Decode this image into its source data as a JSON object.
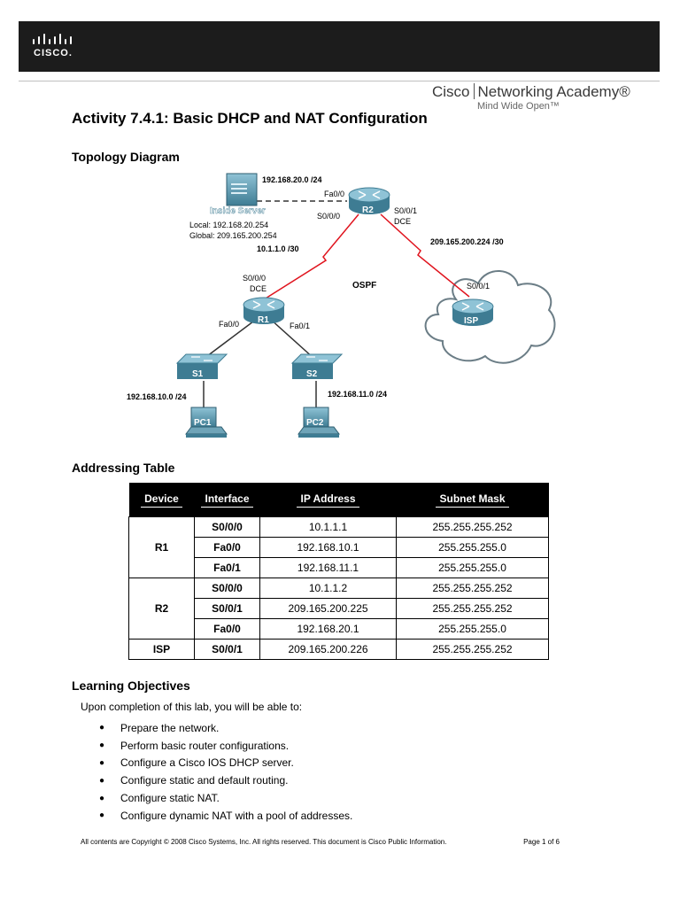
{
  "header": {
    "logo_text": "CISCO.",
    "academy_brand": "Cisco",
    "academy_name": "Networking Academy®",
    "academy_tagline": "Mind Wide Open™"
  },
  "title": "Activity 7.4.1: Basic DHCP and NAT Configuration",
  "topology": {
    "heading": "Topology Diagram",
    "labels": {
      "net_20": "192.168.20.0 /24",
      "inside_server": "Inside Server",
      "local": "Local:   192.168.20.254",
      "global": "Global: 209.165.200.254",
      "r2_fa00": "Fa0/0",
      "r2_s000": "S0/0/0",
      "r2": "R2",
      "r2_s001": "S0/0/1",
      "r2_dce": "DCE",
      "net_10_1_1": "10.1.1.0 /30",
      "net_209": "209.165.200.224 /30",
      "r1_s000": "S0/0/0",
      "r1_dce": "DCE",
      "ospf": "OSPF",
      "isp_s001": "S0/0/1",
      "isp": "ISP",
      "r1": "R1",
      "r1_fa00": "Fa0/0",
      "r1_fa01": "Fa0/1",
      "s1": "S1",
      "s2": "S2",
      "net_10": "192.168.10.0 /24",
      "net_11": "192.168.11.0 /24",
      "pc1": "PC1",
      "pc2": "PC2"
    }
  },
  "addressing": {
    "heading": "Addressing Table",
    "columns": [
      "Device",
      "Interface",
      "IP Address",
      "Subnet Mask"
    ],
    "devices": {
      "r1": "R1",
      "r2": "R2",
      "isp": "ISP"
    },
    "rows": [
      {
        "interface": "S0/0/0",
        "ip": "10.1.1.1",
        "mask": "255.255.255.252"
      },
      {
        "interface": "Fa0/0",
        "ip": "192.168.10.1",
        "mask": "255.255.255.0"
      },
      {
        "interface": "Fa0/1",
        "ip": "192.168.11.1",
        "mask": "255.255.255.0"
      },
      {
        "interface": "S0/0/0",
        "ip": "10.1.1.2",
        "mask": "255.255.255.252"
      },
      {
        "interface": "S0/0/1",
        "ip": "209.165.200.225",
        "mask": "255.255.255.252"
      },
      {
        "interface": "Fa0/0",
        "ip": "192.168.20.1",
        "mask": "255.255.255.0"
      },
      {
        "interface": "S0/0/1",
        "ip": "209.165.200.226",
        "mask": "255.255.255.252"
      }
    ]
  },
  "objectives": {
    "heading": "Learning Objectives",
    "intro": "Upon completion of this lab, you will be able to:",
    "bullet": "●",
    "items": [
      "Prepare the network.",
      "Perform basic router configurations.",
      "Configure a Cisco IOS DHCP server.",
      "Configure static and default routing.",
      "Configure static NAT.",
      "Configure dynamic NAT with a pool of addresses."
    ]
  },
  "footer": {
    "copyright": "All contents are Copyright © 2008 Cisco Systems, Inc. All rights reserved. This document is Cisco Public Information.",
    "page": "Page 1 of 6"
  },
  "colors": {
    "banner": "#1c1c1c",
    "serial_link": "#e0141e",
    "device_teal": "#4f8fa6"
  }
}
